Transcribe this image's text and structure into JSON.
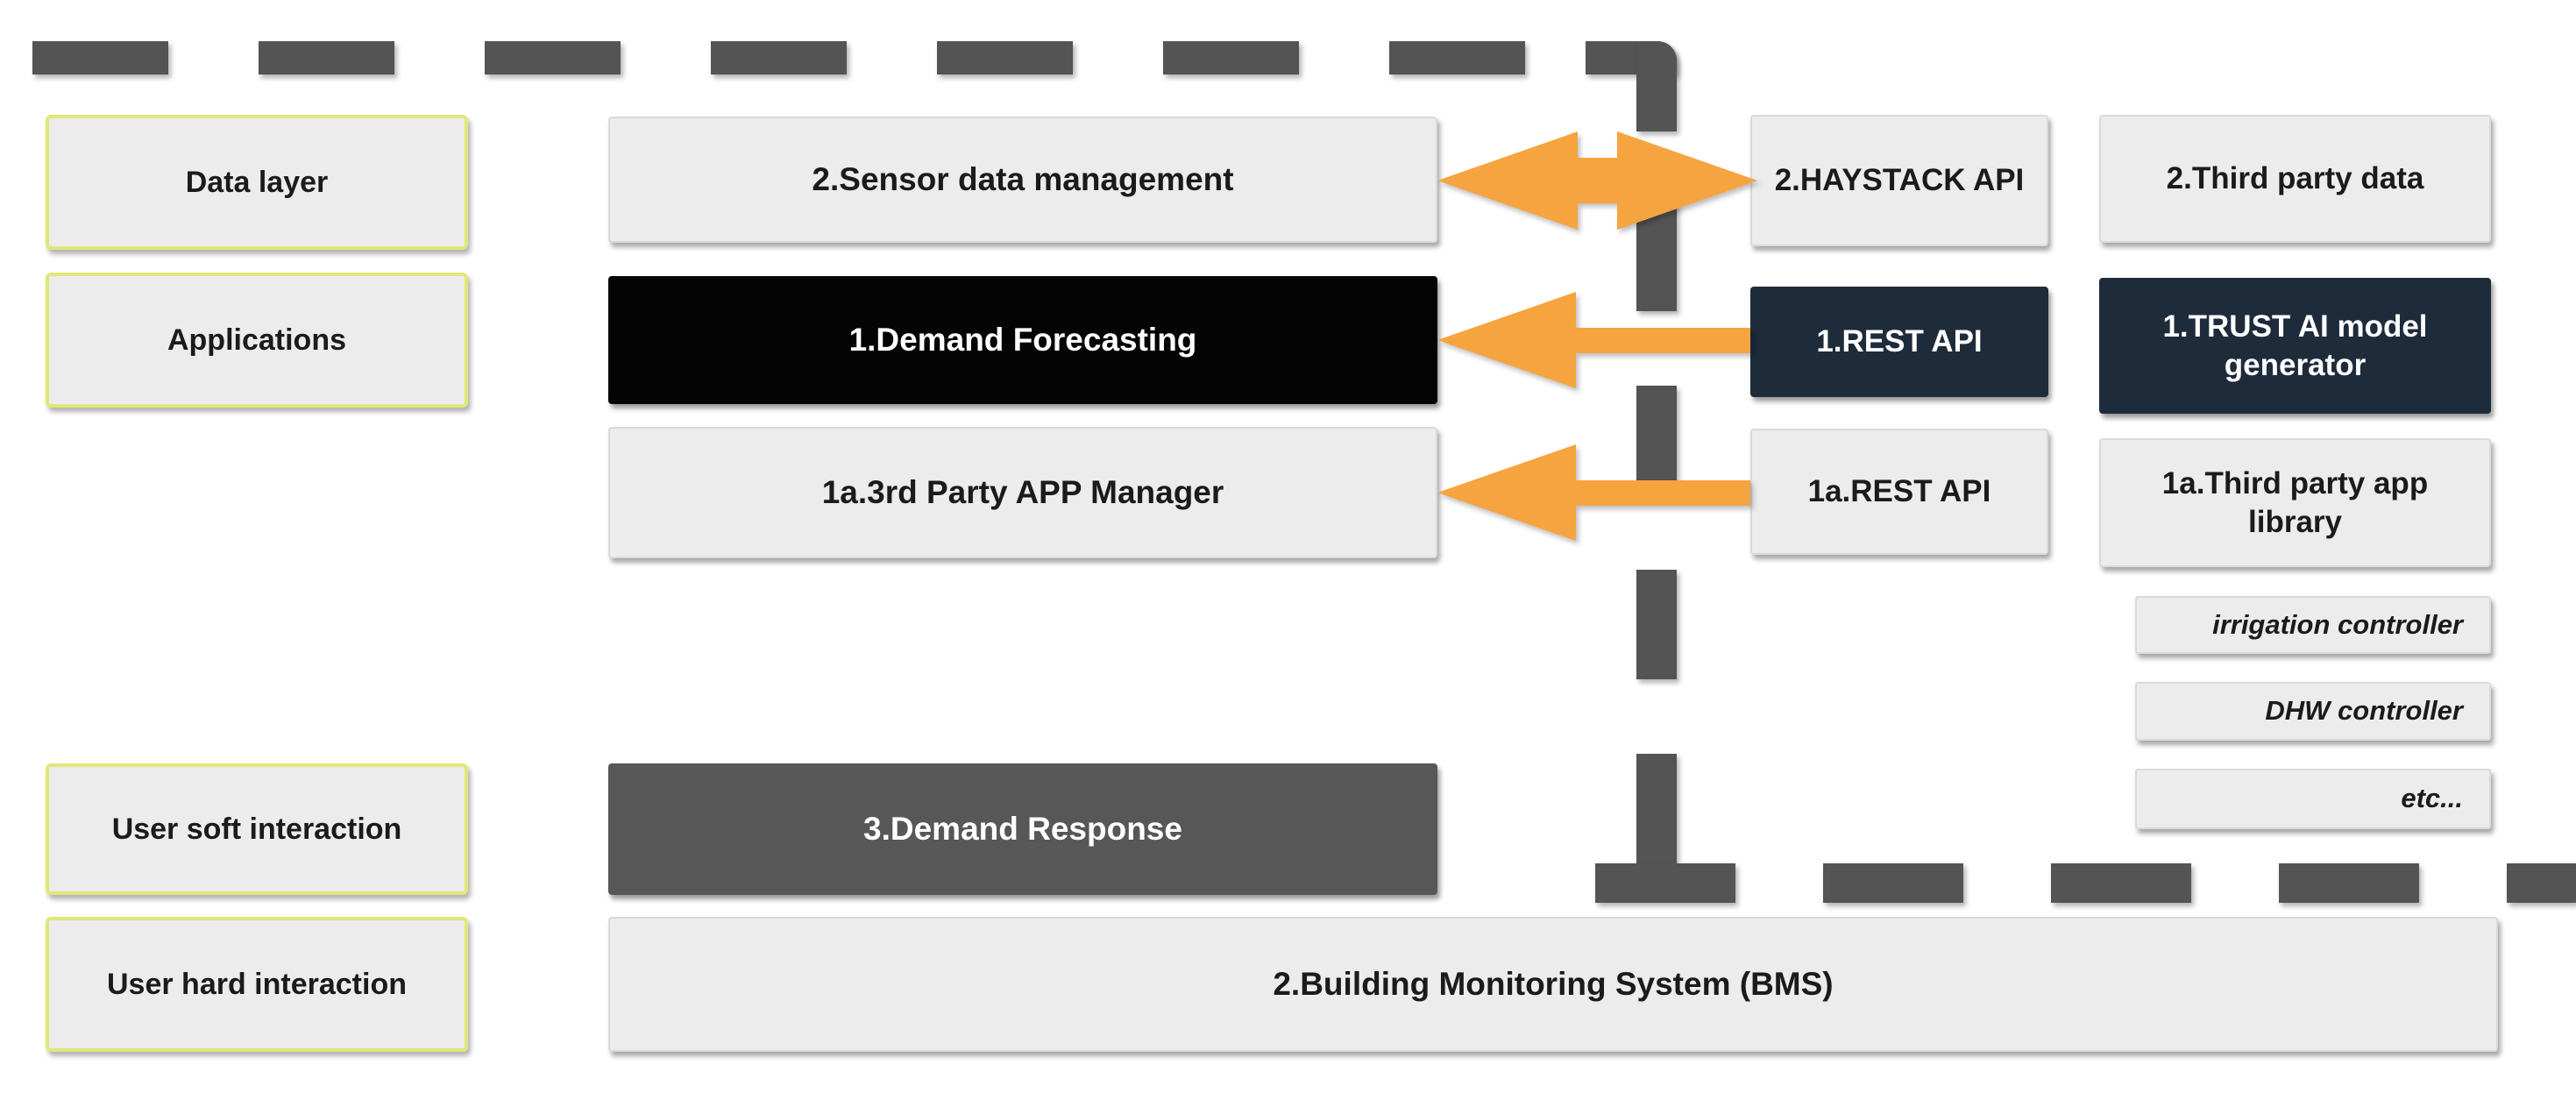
{
  "colors": {
    "orange": "#F6A43F",
    "navy": "#1E2B3A",
    "black_box": "#040404",
    "dark_gray": "#575757",
    "box_gray": "#ECECEC",
    "yellow_border": "#DFE878",
    "dash_gray": "#545454",
    "text_dark": "#1B1B1B",
    "text_light": "#FFFFFF"
  },
  "left_labels": {
    "data_layer": "Data layer",
    "applications": "Applications",
    "user_soft": "User soft interaction",
    "user_hard": "User hard interaction"
  },
  "middle": {
    "sensor": "2.Sensor data management",
    "forecasting": "1.Demand Forecasting",
    "app_manager": "1a.3rd Party APP Manager",
    "demand_response": "3.Demand Response",
    "bms": "2.Building Monitoring System (BMS)"
  },
  "api": {
    "haystack": "2.HAYSTACK API",
    "rest_1": "1.REST API",
    "rest_1a": "1a.REST API"
  },
  "right": {
    "third_party_data": "2.Third party data",
    "trust_ai": "1.TRUST AI model generator",
    "app_library": "1a.Third party app library",
    "controllers": [
      "irrigation controller",
      "DHW controller",
      "etc..."
    ]
  }
}
